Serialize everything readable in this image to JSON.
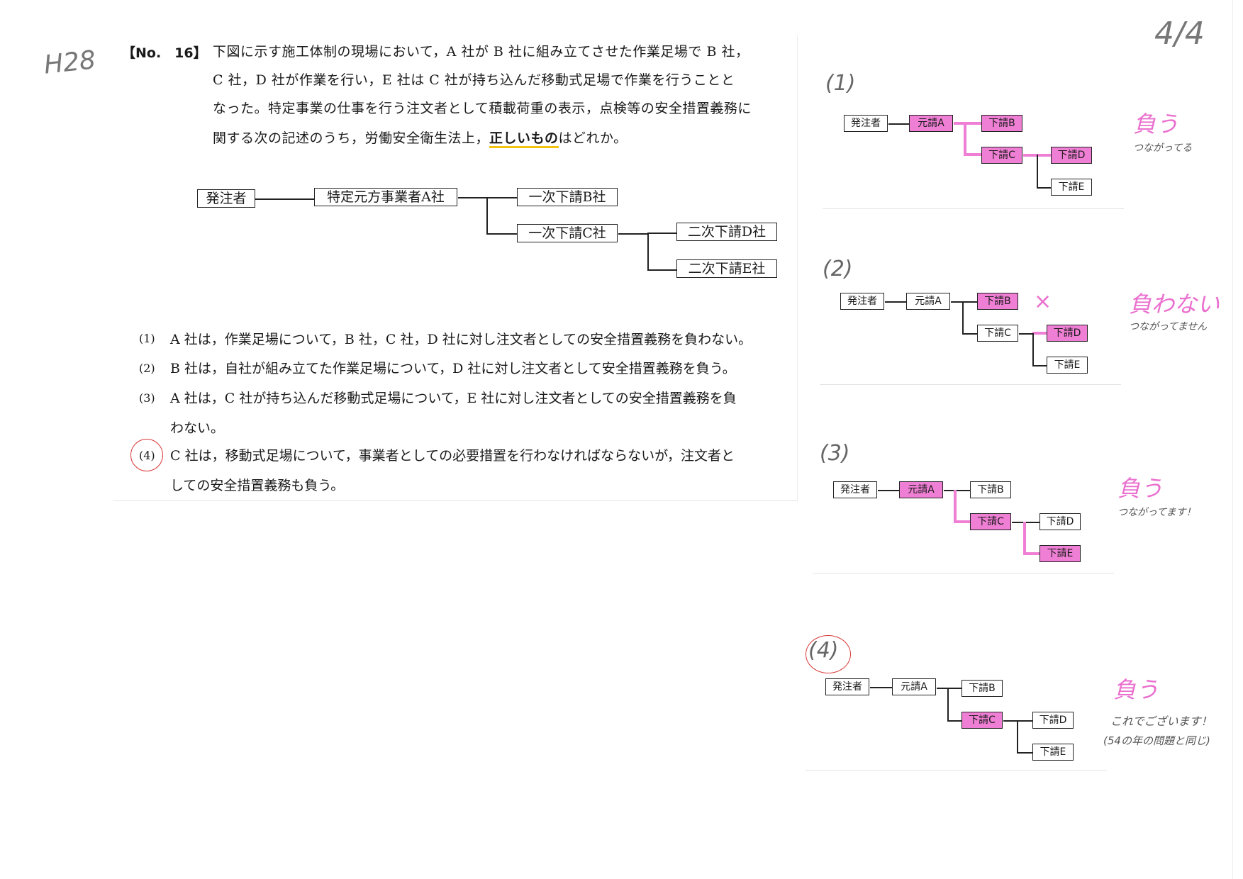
{
  "handwriting": {
    "year": "H28",
    "page": "4/4"
  },
  "question": {
    "number": "【No.　16】",
    "lines": [
      "下図に示す施工体制の現場において，A 社が B 社に組み立てさせた作業足場で B 社，",
      "C 社，D 社が作業を行い，E 社は C 社が持ち込んだ移動式足場で作業を行うことと",
      "なった。特定事業の仕事を行う注文者として積載荷重の表示，点検等の安全措置義務に"
    ],
    "last_before": "関する次の記述のうち，労働安全衛生法上，",
    "last_highlight": "正しいもの",
    "last_after": "はどれか。"
  },
  "org_chart": {
    "client": "発注者",
    "prime": "特定元方事業者A社",
    "b": "一次下請B社",
    "c": "一次下請C社",
    "d": "二次下請D社",
    "e": "二次下請E社"
  },
  "options": [
    {
      "no": "(1)",
      "lines": [
        "A 社は，作業足場について，B 社，C 社，D 社に対し注文者としての安全措置義務を負わない。"
      ]
    },
    {
      "no": "(2)",
      "lines": [
        "B 社は，自社が組み立てた作業足場について，D 社に対し注文者として安全措置義務を負う。"
      ]
    },
    {
      "no": "(3)",
      "lines": [
        "A 社は，C 社が持ち込んだ移動式足場について，E 社に対し注文者としての安全措置義務を負",
        "わない。"
      ]
    },
    {
      "no": "(4)",
      "lines": [
        "C 社は，移動式足場について，事業者としての必要措置を行わなければならないが，注文者と",
        "しての安全措置義務も負う。"
      ]
    }
  ],
  "mini_labels": {
    "client": "発注者",
    "prime": "元請A",
    "b": "下請B",
    "c": "下請C",
    "d": "下請D",
    "e": "下請E"
  },
  "diagrams": [
    {
      "label": "(1)",
      "note": "負う",
      "subnote": "つながってる",
      "mark": ""
    },
    {
      "label": "(2)",
      "note": "負わない",
      "subnote": "つながってません",
      "mark": "×"
    },
    {
      "label": "(3)",
      "note": "負う",
      "subnote": "つながってます！",
      "mark": ""
    },
    {
      "label": "(4)",
      "note": "負う",
      "subnote": "これでございます！",
      "subnote2": "(54の年の問題と同じ)",
      "mark": ""
    }
  ],
  "colors": {
    "highlight_pink": "#ef7fd4",
    "note_pink": "#ea6fce",
    "answer_circle_red": "#d93a3a",
    "underline_yellow": "#f1c40f"
  }
}
